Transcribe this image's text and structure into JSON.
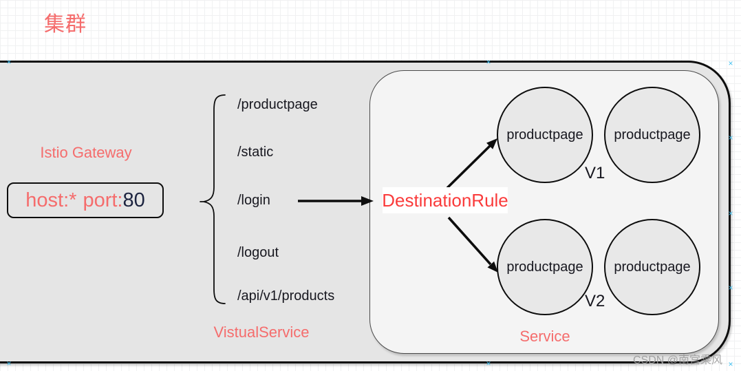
{
  "title": "集群",
  "colors": {
    "label_salmon": "#f56c6c",
    "destination_rule_red": "#fa3b3b",
    "shape_outline": "#0d0d0d",
    "outer_fill": "#e5e5e5",
    "inner_fill": "#f4f4f4",
    "circle_fill": "#e8e8e8",
    "selection_handle": "#45c1f0",
    "watermark_gray": "#9b9b9b"
  },
  "gateway": {
    "label": "Istio Gateway",
    "host": "host:*",
    "port_label": "port:",
    "port_value": "80"
  },
  "virtual_service": {
    "label": "VistualService",
    "paths": [
      "/productpage",
      "/static",
      "/login",
      "/logout",
      "/api/v1/products"
    ]
  },
  "destination_rule": {
    "label": "DestinationRule"
  },
  "service": {
    "label": "Service",
    "versions": [
      {
        "name": "V1",
        "instances": [
          "productpage",
          "productpage"
        ]
      },
      {
        "name": "V2",
        "instances": [
          "productpage",
          "productpage"
        ]
      }
    ]
  },
  "watermark": "CSDN @南宫乘风"
}
